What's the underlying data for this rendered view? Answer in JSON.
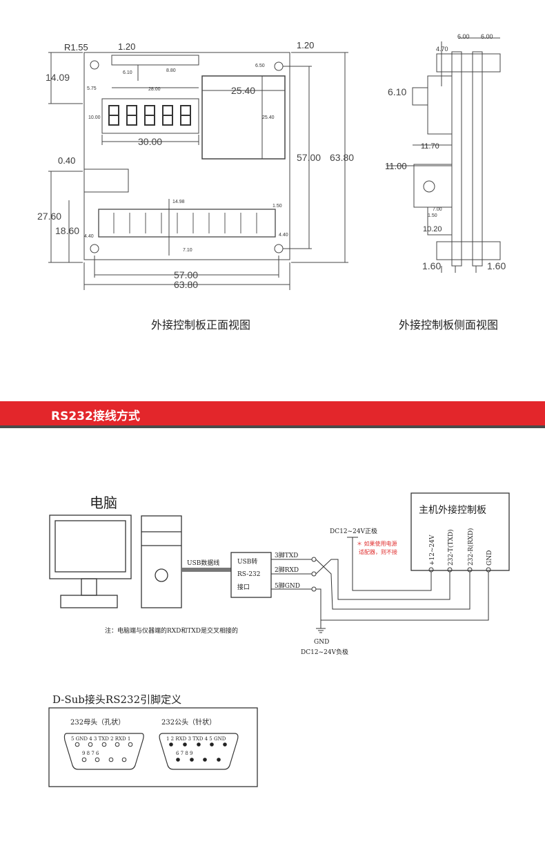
{
  "front_view": {
    "caption": "外接控制板正面视图",
    "dims": {
      "r155": "R1.55",
      "d120a": "1.20",
      "d120b": "1.20",
      "d1409": "14.09",
      "d610": "6.10",
      "d880": "8.80",
      "d575": "5.75",
      "d2800": "28.00",
      "d650": "6.50",
      "d2540a": "25.40",
      "d2540b": "25.40",
      "d1000": "10.00",
      "d3000": "30.00",
      "d040": "0.40",
      "d5700v": "57.00",
      "d6380v": "63.80",
      "d2760": "27.60",
      "d1860": "18.60",
      "d1498": "14.98",
      "d150": "1.50",
      "d440a": "4.40",
      "d440b": "4.40",
      "d710": "7.10",
      "d5700h": "57.00",
      "d6380h": "63.80"
    }
  },
  "side_view": {
    "caption": "外接控制板侧面视图",
    "dims": {
      "d600a": "6.00",
      "d600b": "6.00",
      "d470": "4.70",
      "d610": "6.10",
      "d1170": "11.70",
      "d1100": "11.00",
      "d700": "7.00",
      "d150": "1.50",
      "d1020": "10.20",
      "d160a": "1.60",
      "d160b": "1.60"
    }
  },
  "section": {
    "title": "RS232接线方式"
  },
  "wiring": {
    "computer_label": "电脑",
    "cable_label": "USB数据线",
    "converter_lines": [
      "USB转",
      "RS-232",
      "接口"
    ],
    "pins": [
      "3脚TXD",
      "2脚RXD",
      "5脚GND"
    ],
    "board_title": "主机外接控制板",
    "board_terminals": [
      "+12~24V",
      "232-T(TXD)",
      "232-R(RXD)",
      "GND"
    ],
    "power_pos": "DC12~24V正极",
    "adapter_note": [
      "＊ 如果使用电源",
      "适配器，则不接"
    ],
    "gnd_label": "GND",
    "power_neg": "DC12~24V负极",
    "note": "注：电脑端与仪器端的RXD和TXD是交叉相接的"
  },
  "dsub": {
    "title": "D-Sub接头RS232引脚定义",
    "female": {
      "label": "232母头（孔状）",
      "top_row": "5 GND  4  3 TXD 2 RXD  1",
      "bottom_row": "9     8     7     6"
    },
    "male": {
      "label": "232公头（针状）",
      "top_row": "1  2 RXD 3 TXD  4   5 GND",
      "bottom_row": "6     7     8     9"
    }
  },
  "colors": {
    "banner": "#e3262b",
    "banner_shadow": "#4a4a4a",
    "note_red": "#e03030"
  }
}
